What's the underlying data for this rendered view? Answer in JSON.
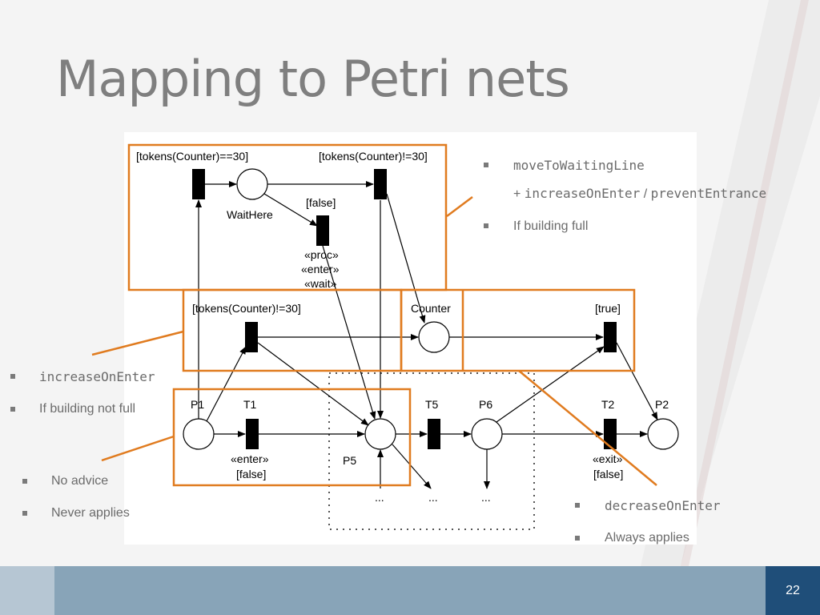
{
  "slide": {
    "title": "Mapping to Petri nets",
    "page_number": "22"
  },
  "notes": {
    "top_right": {
      "line1": "moveToWaitingLine",
      "line2_plus": "+",
      "line2_a": "increaseOnEnter",
      "line2_sep": "/",
      "line2_b": "preventEntrance",
      "line3": "If building full"
    },
    "left_mid": {
      "line1": "increaseOnEnter",
      "line2": "If building not full"
    },
    "left_low": {
      "line1": "No advice",
      "line2": "Never applies"
    },
    "bottom_right": {
      "line1": "decreaseOnEnter",
      "line2": "Always applies"
    }
  },
  "diagram": {
    "guard_eq30": "[tokens(Counter)==30]",
    "guard_neq30_top": "[tokens(Counter)!=30]",
    "guard_false_top": "[false]",
    "place_waithere": "WaitHere",
    "stereo_proc": "«proc»",
    "stereo_enter": "«enter»",
    "stereo_wait": "«wait»",
    "guard_neq30_mid": "[tokens(Counter)!=30]",
    "place_counter": "Counter",
    "guard_true": "[true]",
    "label_p1": "P1",
    "label_t1": "T1",
    "label_t5": "T5",
    "label_p6": "P6",
    "label_t2": "T2",
    "label_p2": "P2",
    "label_p5": "P5",
    "t1_stereo": "«enter»",
    "t1_guard": "[false]",
    "t2_stereo": "«exit»",
    "t2_guard": "[false]",
    "ellipsis1": "...",
    "ellipsis2": "...",
    "ellipsis3": "..."
  },
  "colors": {
    "orange": "#e07b1f",
    "footer_dark": "#1f4e79",
    "footer_mid": "#88a4b8",
    "footer_light": "#b6c6d3"
  }
}
